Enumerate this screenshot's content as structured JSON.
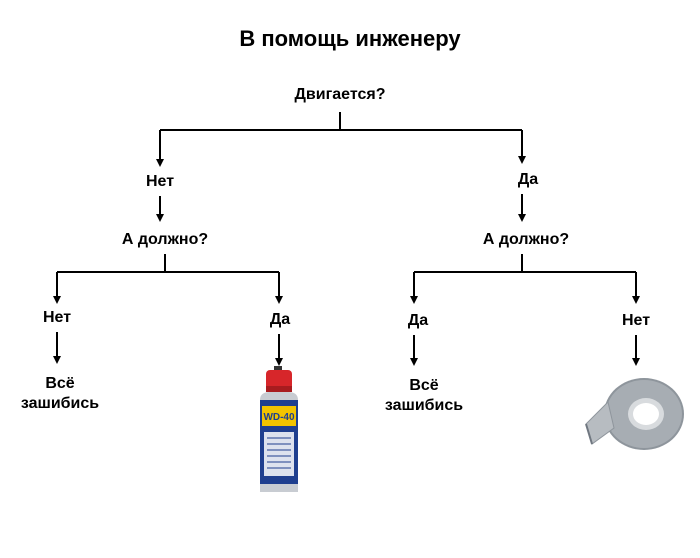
{
  "diagram": {
    "title": "В помощь инженеру",
    "root": "Двигается?",
    "no": "Нет",
    "yes": "Да",
    "question": "А должно?",
    "all_good": "Всё зашибись",
    "wd40_text": "WD-40"
  },
  "colors": {
    "line": "#000000",
    "wd40_blue": "#1f3f8f",
    "wd40_yellow": "#f2c300",
    "wd40_red": "#cc1f1f",
    "tape_gray": "#9aa0a6"
  }
}
